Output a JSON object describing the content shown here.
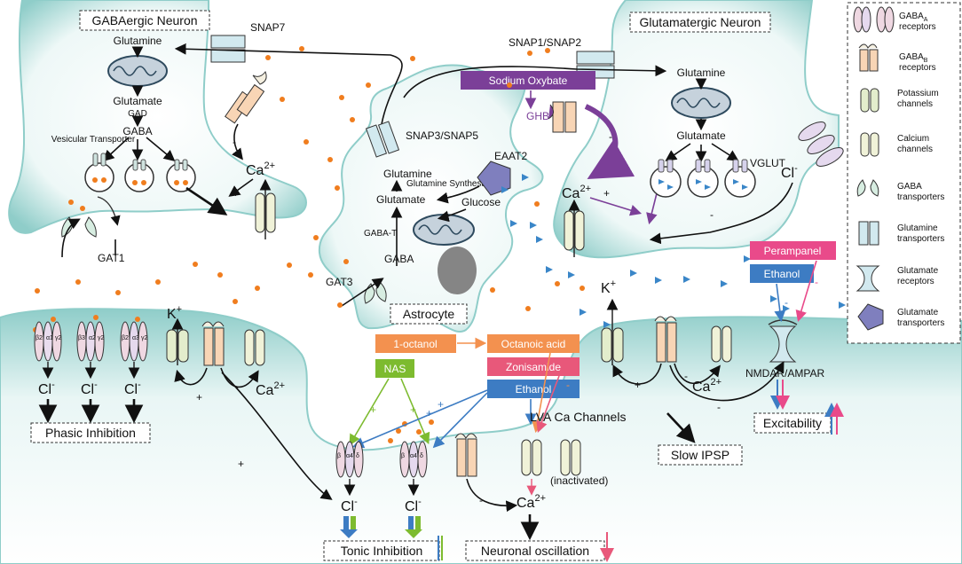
{
  "labels": {
    "gaba_neuron": "GABAergic Neuron",
    "glu_neuron": "Glutamatergic Neuron",
    "astrocyte": "Astrocyte",
    "snap7": "SNAP7",
    "snap12": "SNAP1/SNAP2",
    "snap35": "SNAP3/SNAP5",
    "gat1": "GAT1",
    "gat3": "GAT3",
    "eaat2": "EAAT2",
    "vglut": "VGLUT",
    "gad": "GAD",
    "gaba_t": "GABA-T",
    "glutamine": "Glutamine",
    "glutamate": "Glutamate",
    "gaba": "GABA",
    "glucose": "Glucose",
    "glutamine_synthesase": "Glutamine Synthesase",
    "vesicular_transporter": "Vesicular Transporter",
    "ca": "Ca",
    "ca_sup": "2+",
    "k": "K",
    "k_sup": "+",
    "cl": "Cl",
    "cl_sup": "-",
    "ghb": "GHB",
    "nmdar_ampar": "NMDAR/AMPAR",
    "lva": "LVA Ca Channels",
    "inactivated": "(inactivated)",
    "plus": "+",
    "minus": "-",
    "sub_alpha": "α",
    "sub_beta": "β",
    "sub_gamma": "γ",
    "sub_delta": "δ",
    "num_1": "1",
    "num_2": "2",
    "num_3": "3",
    "num_4": "4"
  },
  "drugs": {
    "sodium_oxybate": "Sodium Oxybate",
    "octanol": "1-octanol",
    "octanoic_acid": "Octanoic acid",
    "zonisamide": "Zonisamide",
    "ethanol": "Ethanol",
    "nas": "NAS",
    "perampanel": "Perampanel"
  },
  "outcomes": {
    "phasic": "Phasic Inhibition",
    "tonic": "Tonic Inhibition",
    "oscillation": "Neuronal oscillation",
    "slow_ipsp": "Slow IPSP",
    "excitability": "Excitability"
  },
  "legend": {
    "gaba_a": "GABA",
    "gaba_a_sub": "A",
    "gaba_b": "GABA",
    "gaba_b_sub": "B",
    "receptors": "receptors",
    "potassium": "Potassium channels",
    "calcium": "Calcium channels",
    "gaba_transporters": "GABA transporters",
    "glutamine_transporters": "Glutamine transporters",
    "glutamate_receptors": "Glutamate receptors",
    "glutamate_transporters": "Glutamate transporters"
  },
  "colors": {
    "membrane": "#8fcdc9",
    "membrane_light": "#eef8f7",
    "sodium_oxybate": "#7b3f98",
    "octanol": "#f3914f",
    "zonisamide": "#e8587a",
    "ethanol": "#3d7cc3",
    "nas": "#7dbb2f",
    "perampanel": "#e94a8a",
    "dot": "#f07d1e",
    "glutamate_marker": "#3a86c8"
  }
}
